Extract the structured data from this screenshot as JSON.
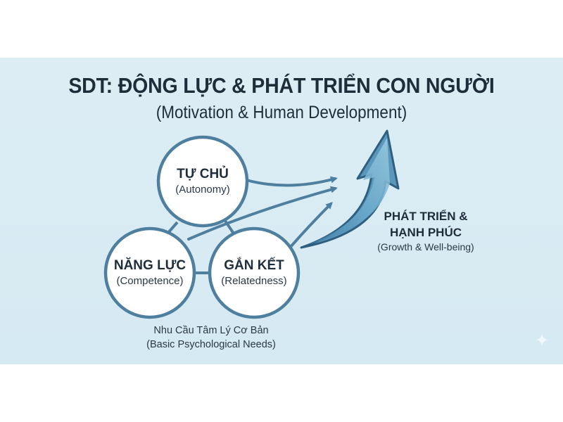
{
  "header": {
    "title": "SDT: ĐỘNG LỰC & PHÁT TRIỂN CON NGƯỜI",
    "subtitle": "(Motivation & Human Development)"
  },
  "needs": {
    "nodes": [
      {
        "label": "TỰ CHỦ",
        "sublabel": "(Autonomy)"
      },
      {
        "label": "NĂNG LỰC",
        "sublabel": "(Competence)"
      },
      {
        "label": "GẮN KẾT",
        "sublabel": "(Relatedness)"
      }
    ],
    "caption_line1": "Nhu Cầu Tâm Lý Cơ Bản",
    "caption_line2": "(Basic Psychological Needs)"
  },
  "outcome": {
    "line1": "PHÁT TRIỂN &",
    "line2": "HẠNH PHÚC",
    "sublabel": "(Growth & Well-being)"
  },
  "icons": {
    "growth_arrow": "rising-arrow-icon",
    "sparkle": "✦"
  },
  "colors": {
    "background_panel": "#d9ecf4",
    "circle_stroke": "#4f7f9e",
    "circle_fill": "#ffffff",
    "connector": "#4f7f9e",
    "arrow_light": "#8fc3dc",
    "arrow_mid": "#5e9ec2",
    "arrow_dark": "#2e5f80",
    "text": "#1f2d3a"
  }
}
